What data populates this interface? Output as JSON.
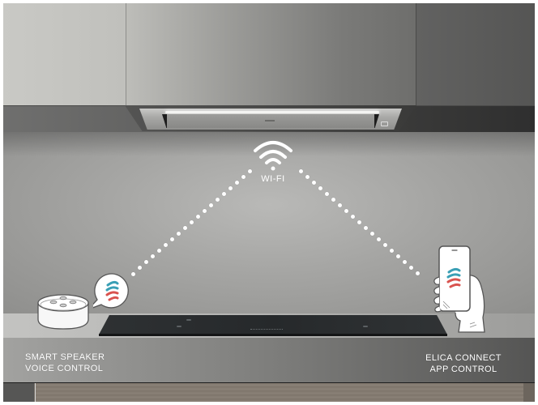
{
  "scene": {
    "description": "Kitchen with ceiling-integrated cooker hood and induction hob connected via Wi-Fi",
    "colors": {
      "cabinet_light": "#c9c9c5",
      "cabinet_dark": "#555554",
      "backsplash": "#a5a5a3",
      "hob": "#2a2d2f",
      "dots": "#ffffff",
      "label_text": "#ffffff",
      "logo_blue": "#3a9fb5",
      "logo_red": "#d9534f"
    }
  },
  "wifi": {
    "icon": "wifi-icon",
    "label": "WI-FI"
  },
  "left_device": {
    "icon": "smart-speaker-icon",
    "bubble_icon": "elica-logo-icon",
    "caption": {
      "line1": "SMART SPEAKER",
      "line2": "VOICE CONTROL"
    }
  },
  "right_device": {
    "icon": "smartphone-in-hand-icon",
    "screen_icon": "elica-logo-icon",
    "caption": {
      "line1": "ELICA CONNECT",
      "line2": "APP CONTROL"
    }
  }
}
